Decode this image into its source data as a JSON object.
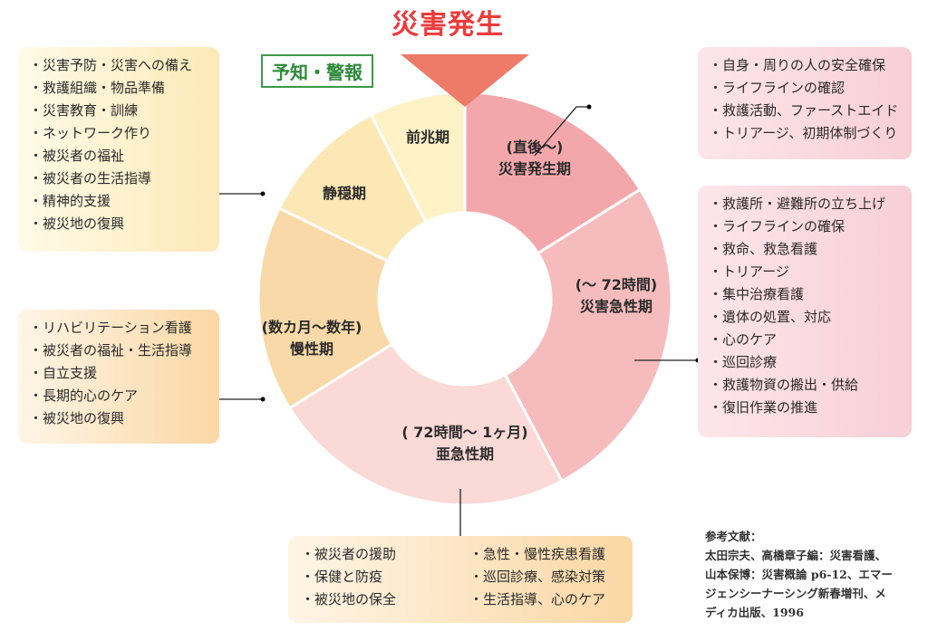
{
  "title": "災害発生",
  "warning_label": "予知・警報",
  "colors": {
    "title": "#ee3b3b",
    "warning": "#2f8a3c"
  },
  "phases": [
    {
      "name": "前兆期",
      "sub": ""
    },
    {
      "name": "災害発生期",
      "sub": "(直後～)"
    },
    {
      "name": "災害急性期",
      "sub": "(～ 72時間)"
    },
    {
      "name": "亜急性期",
      "sub": "( 72時間～ 1ヶ月)"
    },
    {
      "name": "慢性期",
      "sub": "(数カ月～数年)"
    },
    {
      "name": "静穏期",
      "sub": ""
    }
  ],
  "boxes": {
    "shizuka": [
      "・災害予防・災害への備え",
      "・救護組織・物品準備",
      "・災害教育・訓練",
      "・ネットワーク作り",
      "・被災者の福祉",
      "・被災者の生活指導",
      "・精神的支援",
      "・被災地の復興"
    ],
    "hassei": [
      "・自身・周りの人の安全確保",
      "・ライフラインの確認",
      "・救護活動、ファーストエイド",
      "・トリアージ、初期体制づくり"
    ],
    "kyusei": [
      "・救護所・避難所の立ち上げ",
      "・ライフラインの確保",
      "・救命、救急看護",
      "・トリアージ",
      "・集中治療看護",
      "・遺体の処置、対応",
      "・心のケア",
      "・巡回診療",
      "・救護物資の搬出・供給",
      "・復旧作業の推進"
    ],
    "mansei": [
      "・リハビリテーション看護",
      "・被災者の福祉・生活指導",
      "・自立支援",
      "・長期的心のケア",
      "・被災地の復興"
    ],
    "akyusei_left": [
      "・被災者の援助",
      "・保健と防疫",
      "・被災地の保全"
    ],
    "akyusei_right": [
      "・急性・慢性疾患看護",
      "・巡回診療、感染対策",
      "・生活指導、心のケア"
    ]
  },
  "reference": [
    "参考文献：",
    "太田宗夫、高橋章子編：災害看護、",
    "山本保博：災害概論 p6-12、エマー",
    "ジェンシーナーシング新春増刊、メ",
    "ディカ出版、1996"
  ]
}
